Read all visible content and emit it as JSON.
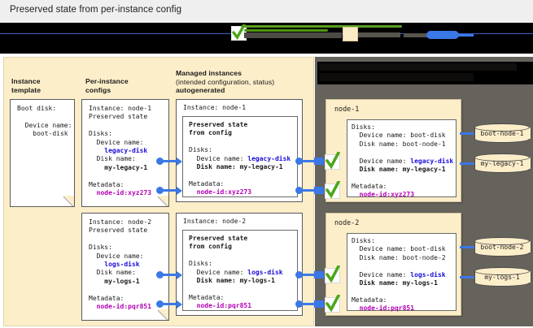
{
  "title_strip": {
    "text": "Preserved state from per-instance config"
  },
  "legend": {
    "check_icon": "green-check-icon",
    "swatch_cream": "#fbecc8",
    "swatch_blue": "#3b78e7",
    "line_green": "#5a9e20",
    "note": "legend text redacted"
  },
  "columns": {
    "instance_template": {
      "line1": "Instance",
      "line2": "template"
    },
    "per_instance_configs": {
      "line1": "Per-instance",
      "line2": "configs"
    },
    "managed_instances": {
      "line1": "Managed instances",
      "line2": "(intended configuration, status)",
      "line3": "autogenerated"
    }
  },
  "instance_template_card": {
    "l1": "Boot disk:",
    "l2": "",
    "l3": "  Device name:",
    "l4": "    boot-disk"
  },
  "configs": [
    {
      "header1": "Instance: node-1",
      "header2": "Preserved state",
      "disks_label": "Disks:",
      "device_label": "  Device name:",
      "device_value": "    legacy-disk",
      "diskname_label": "  Disk name:",
      "diskname_value": "    my-legacy-1",
      "metadata_label": "Metadata:",
      "metadata_value": "  node-id:xyz273"
    },
    {
      "header1": "Instance: node-2",
      "header2": "Preserved state",
      "disks_label": "Disks:",
      "device_label": "  Device name:",
      "device_value": "    logs-disk",
      "diskname_label": "  Disk name:",
      "diskname_value": "    my-logs-1",
      "metadata_label": "Metadata:",
      "metadata_value": "  node-id:pqr851"
    }
  ],
  "managed": [
    {
      "instance": "Instance: node-1",
      "preserved1": "Preserved state",
      "preserved2": "from config",
      "disks_label": "Disks:",
      "device_label": "  Device name: ",
      "device_value": "legacy-disk",
      "diskname_line": "  Disk name: my-legacy-1",
      "metadata_label": "Metadata:",
      "metadata_value": "  node-id:xyz273"
    },
    {
      "instance": "Instance: node-2",
      "preserved1": "Preserved state",
      "preserved2": "from config",
      "disks_label": "Disks:",
      "device_label": "  Device name: ",
      "device_value": "logs-disk",
      "diskname_line": "  Disk name: my-logs-1",
      "metadata_label": "Metadata:",
      "metadata_value": "  node-id:pqr851"
    }
  ],
  "nodes": [
    {
      "name": "node-1",
      "disks_label": "Disks:",
      "boot_device": "  Device name: boot-disk",
      "boot_diskname": "  Disk name: boot-node-1",
      "device_label": "  Device name: ",
      "device_value": "legacy-disk",
      "diskname_line": "  Disk name: my-legacy-1",
      "metadata_label": "Metadata:",
      "metadata_value": "  node-id:xyz273",
      "disk_cylinders": [
        "boot-node-1",
        "my-legacy-1"
      ]
    },
    {
      "name": "node-2",
      "disks_label": "Disks:",
      "boot_device": "  Device name: boot-disk",
      "boot_diskname": "  Disk name: boot-node-2",
      "device_label": "  Device name: ",
      "device_value": "logs-disk",
      "diskname_line": "  Disk name: my-logs-1",
      "metadata_label": "Metadata:",
      "metadata_value": "  node-id:pqr851",
      "disk_cylinders": [
        "boot-node-2",
        "my-logs-1"
      ]
    }
  ]
}
